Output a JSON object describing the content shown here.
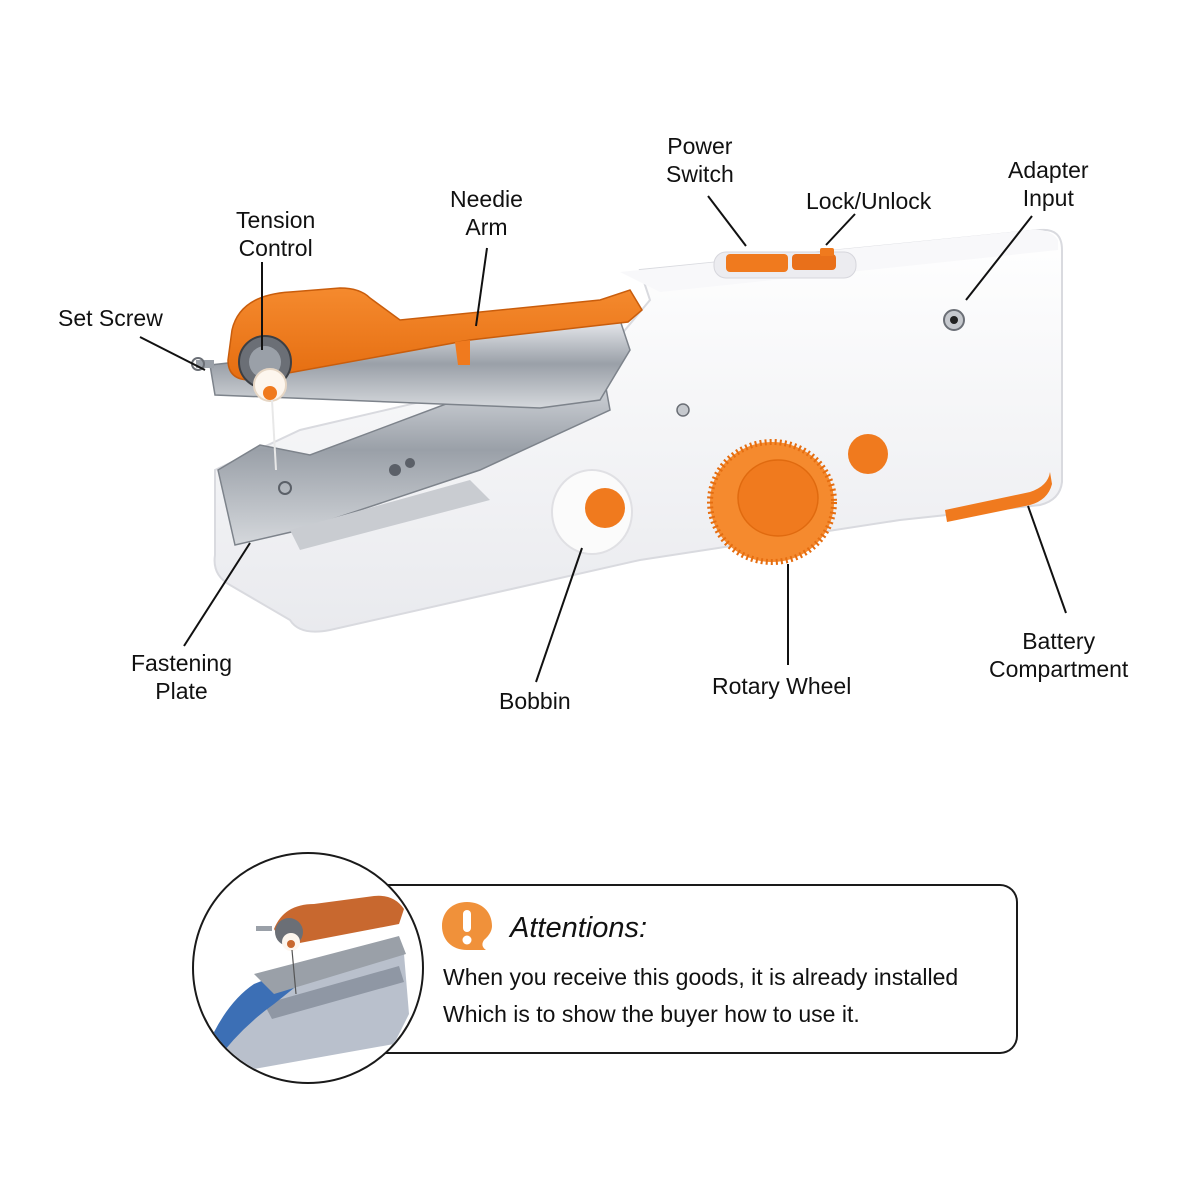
{
  "diagram": {
    "subject": "Handheld sewing machine",
    "colors": {
      "accent_orange": "#F07A1E",
      "body_white": "#F4F4F6",
      "metal": "#B8BCC2",
      "line": "#111111",
      "attention_icon": "#F0913A",
      "inset_fabric_blue": "#3C6FB5"
    },
    "labels": {
      "set_screw": {
        "line1": "Set Screw"
      },
      "tension_control": {
        "line1": "Tension",
        "line2": "Control"
      },
      "needle_arm": {
        "line1": "Needie",
        "line2": "Arm"
      },
      "power_switch": {
        "line1": "Power",
        "line2": "Switch"
      },
      "lock_unlock": {
        "line1": "Lock/Unlock"
      },
      "adapter_input": {
        "line1": "Adapter",
        "line2": "Input"
      },
      "fastening_plate": {
        "line1": "Fastening",
        "line2": "Plate"
      },
      "bobbin": {
        "line1": "Bobbin"
      },
      "rotary_wheel": {
        "line1": "Rotary Wheel"
      },
      "battery_compartment": {
        "line1": "Battery",
        "line2": "Compartment"
      }
    }
  },
  "attention": {
    "icon": "exclamation-speech-bubble-icon",
    "title": "Attentions:",
    "lines": [
      "When you receive this goods, it is already installed",
      "Which is to show the buyer how to use it."
    ]
  }
}
